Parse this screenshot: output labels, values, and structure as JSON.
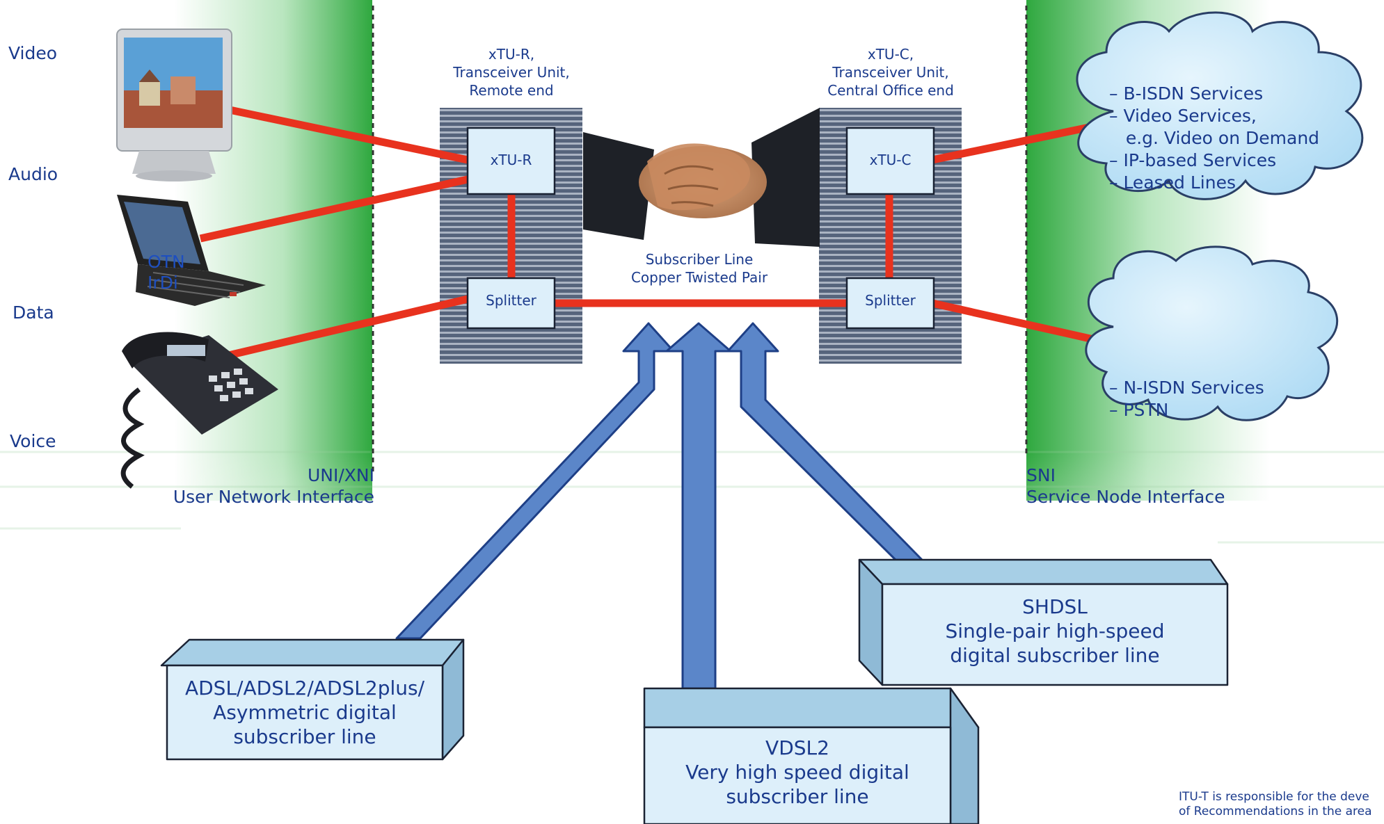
{
  "left_labels": {
    "video": "Video",
    "audio": "Audio",
    "data": "Data",
    "voice": "Voice"
  },
  "overlay_text": [
    "OTN",
    "IrDi"
  ],
  "xtu_r_caption": [
    "xTU-R,",
    "Transceiver Unit,",
    "Remote end"
  ],
  "xtu_c_caption": [
    "xTU-C,",
    "Transceiver Unit,",
    "Central Office end"
  ],
  "boxes": {
    "xtu_r": "xTU-R",
    "xtu_c": "xTU-C",
    "splitter_left": "Splitter",
    "splitter_right": "Splitter"
  },
  "subscriber_line": [
    "Subscriber Line",
    "Copper Twisted Pair"
  ],
  "uni": [
    "UNI/XNI",
    "User Network Interface"
  ],
  "sni": [
    "SNI",
    "Service Node Interface"
  ],
  "cloud_top": [
    "– B-ISDN Services",
    "– Video Services,",
    "   e.g. Video on Demand",
    "– IP-based Services",
    "– Leased Lines"
  ],
  "cloud_bottom": [
    "– N-ISDN Services",
    "– PSTN"
  ],
  "adsl": [
    "ADSL/ADSL2/ADSL2plus/",
    "Asymmetric digital",
    "subscriber line"
  ],
  "vdsl": [
    "VDSL2",
    "Very high speed digital",
    "subscriber line"
  ],
  "shdsl": [
    "SHDSL",
    "Single-pair high-speed",
    "digital subscriber line"
  ],
  "footnote": [
    "ITU-T is responsible for the deve",
    "of Recommendations in the area"
  ],
  "colors": {
    "text": "#1a3a8c",
    "line_red": "#e8321e",
    "arrow_blue": "#5b86c9",
    "box_fill": "#ddeffa",
    "unit_bg": "#56647c",
    "cloud": "#bfe3f7",
    "green_band": "#3fb24a"
  }
}
